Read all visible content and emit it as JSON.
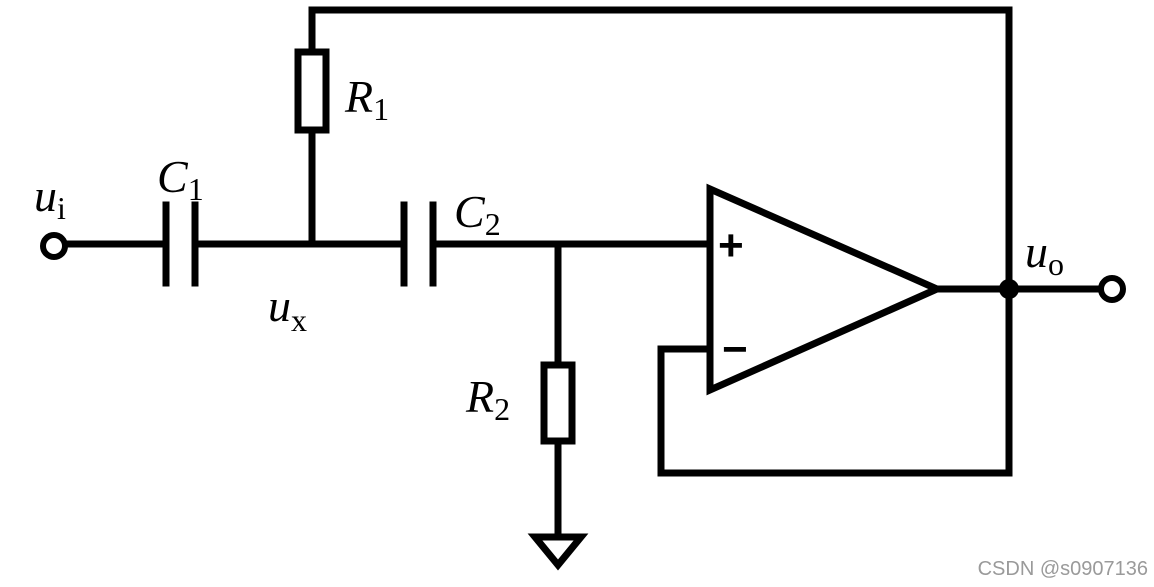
{
  "labels": {
    "ui": {
      "main": "u",
      "sub": "i"
    },
    "c1": {
      "main": "C",
      "sub": "1"
    },
    "r1": {
      "main": "R",
      "sub": "1"
    },
    "c2": {
      "main": "C",
      "sub": "2"
    },
    "ux": {
      "main": "u",
      "sub": "x"
    },
    "r2": {
      "main": "R",
      "sub": "2"
    },
    "uo": {
      "main": "u",
      "sub": "o"
    }
  },
  "opamp": {
    "plus": "+",
    "minus": "−"
  },
  "watermark": "CSDN @s0907136",
  "colors": {
    "line": "#000000",
    "background": "#ffffff",
    "watermark": "#9a9a9a"
  }
}
